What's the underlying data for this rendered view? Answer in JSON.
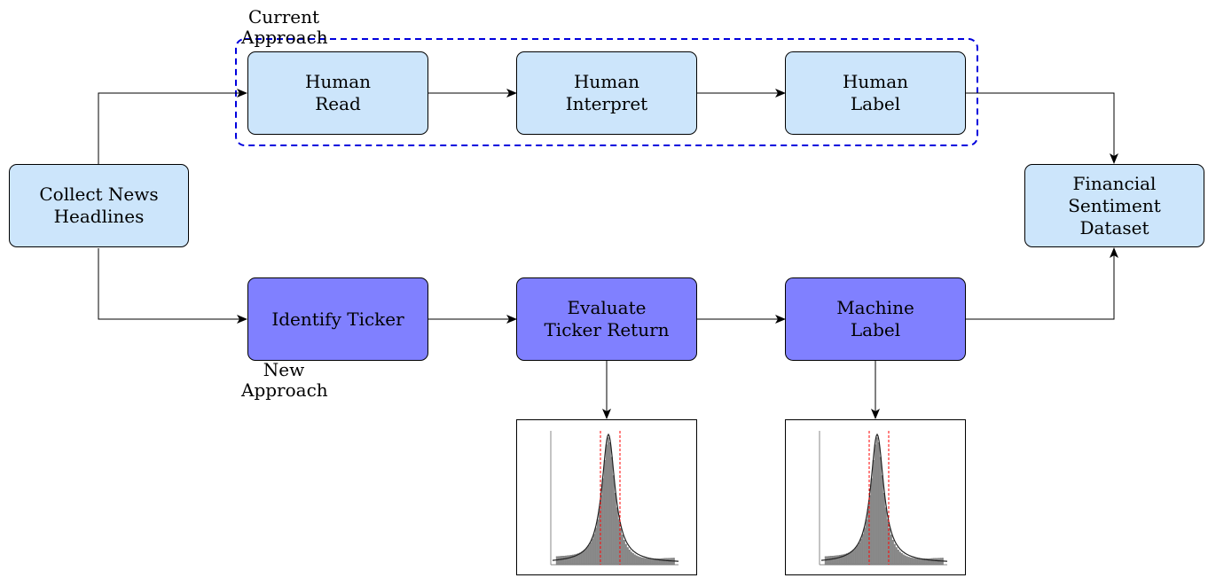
{
  "diagram": {
    "group_label": [
      "Current",
      "Approach"
    ],
    "new_label": [
      "New",
      "Approach"
    ],
    "nodes": {
      "collect": [
        "Collect News",
        "Headlines"
      ],
      "read": [
        "Human",
        "Read"
      ],
      "interpret": [
        "Human",
        "Interpret"
      ],
      "label_h": [
        "Human",
        "Label"
      ],
      "dataset": [
        "Financial",
        "Sentiment",
        "Dataset"
      ],
      "identify": [
        "Identify Ticker"
      ],
      "evaluate": [
        "Evaluate",
        "Ticker Return"
      ],
      "machine": [
        "Machine",
        "Label"
      ]
    },
    "colors": {
      "light_box": "#cce5fb",
      "dark_box": "#8080ff",
      "dashed_frame": "#0000dd",
      "threshold_line": "#ff0000"
    }
  }
}
